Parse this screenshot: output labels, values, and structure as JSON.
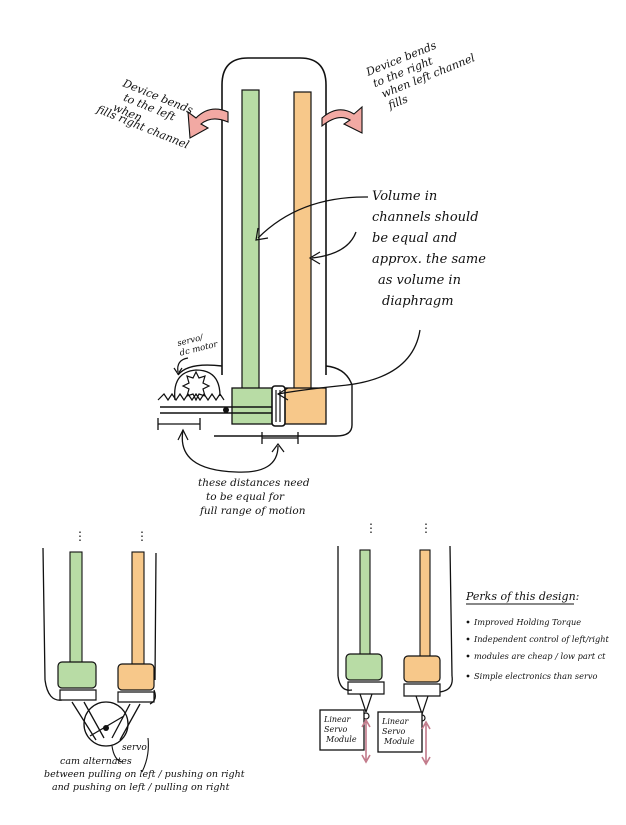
{
  "colors": {
    "green": "#b8dca5",
    "orange": "#f7c88a",
    "arrow": "#f2a9a3",
    "ink": "#111111",
    "linear_arrow": "#c27a8a"
  },
  "top": {
    "bends_left": [
      "Device bends",
      "to the left",
      "when",
      "fills right channel"
    ],
    "bends_right": [
      "Device bends",
      "to the right",
      "when left channel",
      "fills"
    ],
    "volume_note": [
      "Volume in",
      "channels should",
      "be equal and",
      "approx. the same",
      "as volume in",
      "diaphragm"
    ],
    "servo_label": [
      "servo/",
      "dc motor"
    ],
    "distance_note": [
      "these distances need",
      "to be equal for",
      "full range of motion"
    ]
  },
  "bottom_left": {
    "servo": "servo",
    "cam_note": [
      "cam alternates",
      "between pulling on left / pushing on right",
      "and pushing on left / pulling on right"
    ]
  },
  "bottom_right": {
    "module_left": [
      "Linear",
      "Servo",
      "Module"
    ],
    "module_right": [
      "Linear",
      "Servo",
      "Module"
    ]
  },
  "perks": {
    "title": "Perks of this design:",
    "items": [
      "Improved Holding Torque",
      "Independent control of left/right",
      "modules are cheap / low part ct",
      "Simple electronics than servo"
    ]
  }
}
